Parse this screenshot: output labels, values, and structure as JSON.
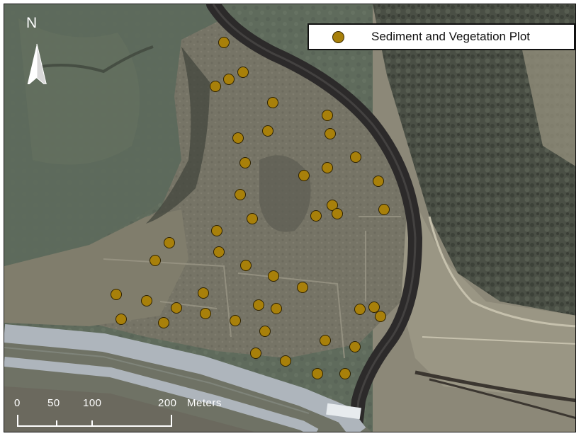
{
  "legend": {
    "symbol_color": "#a8800a",
    "label": "Sediment and Vegetation Plot"
  },
  "north_arrow": {
    "label": "N"
  },
  "scale_bar": {
    "ticks": [
      "0",
      "50",
      "100",
      "200"
    ],
    "unit": "Meters"
  },
  "colors": {
    "plot_marker": "#a8800a",
    "river": "#2c2a2a",
    "road": "#aeb5bc"
  }
}
